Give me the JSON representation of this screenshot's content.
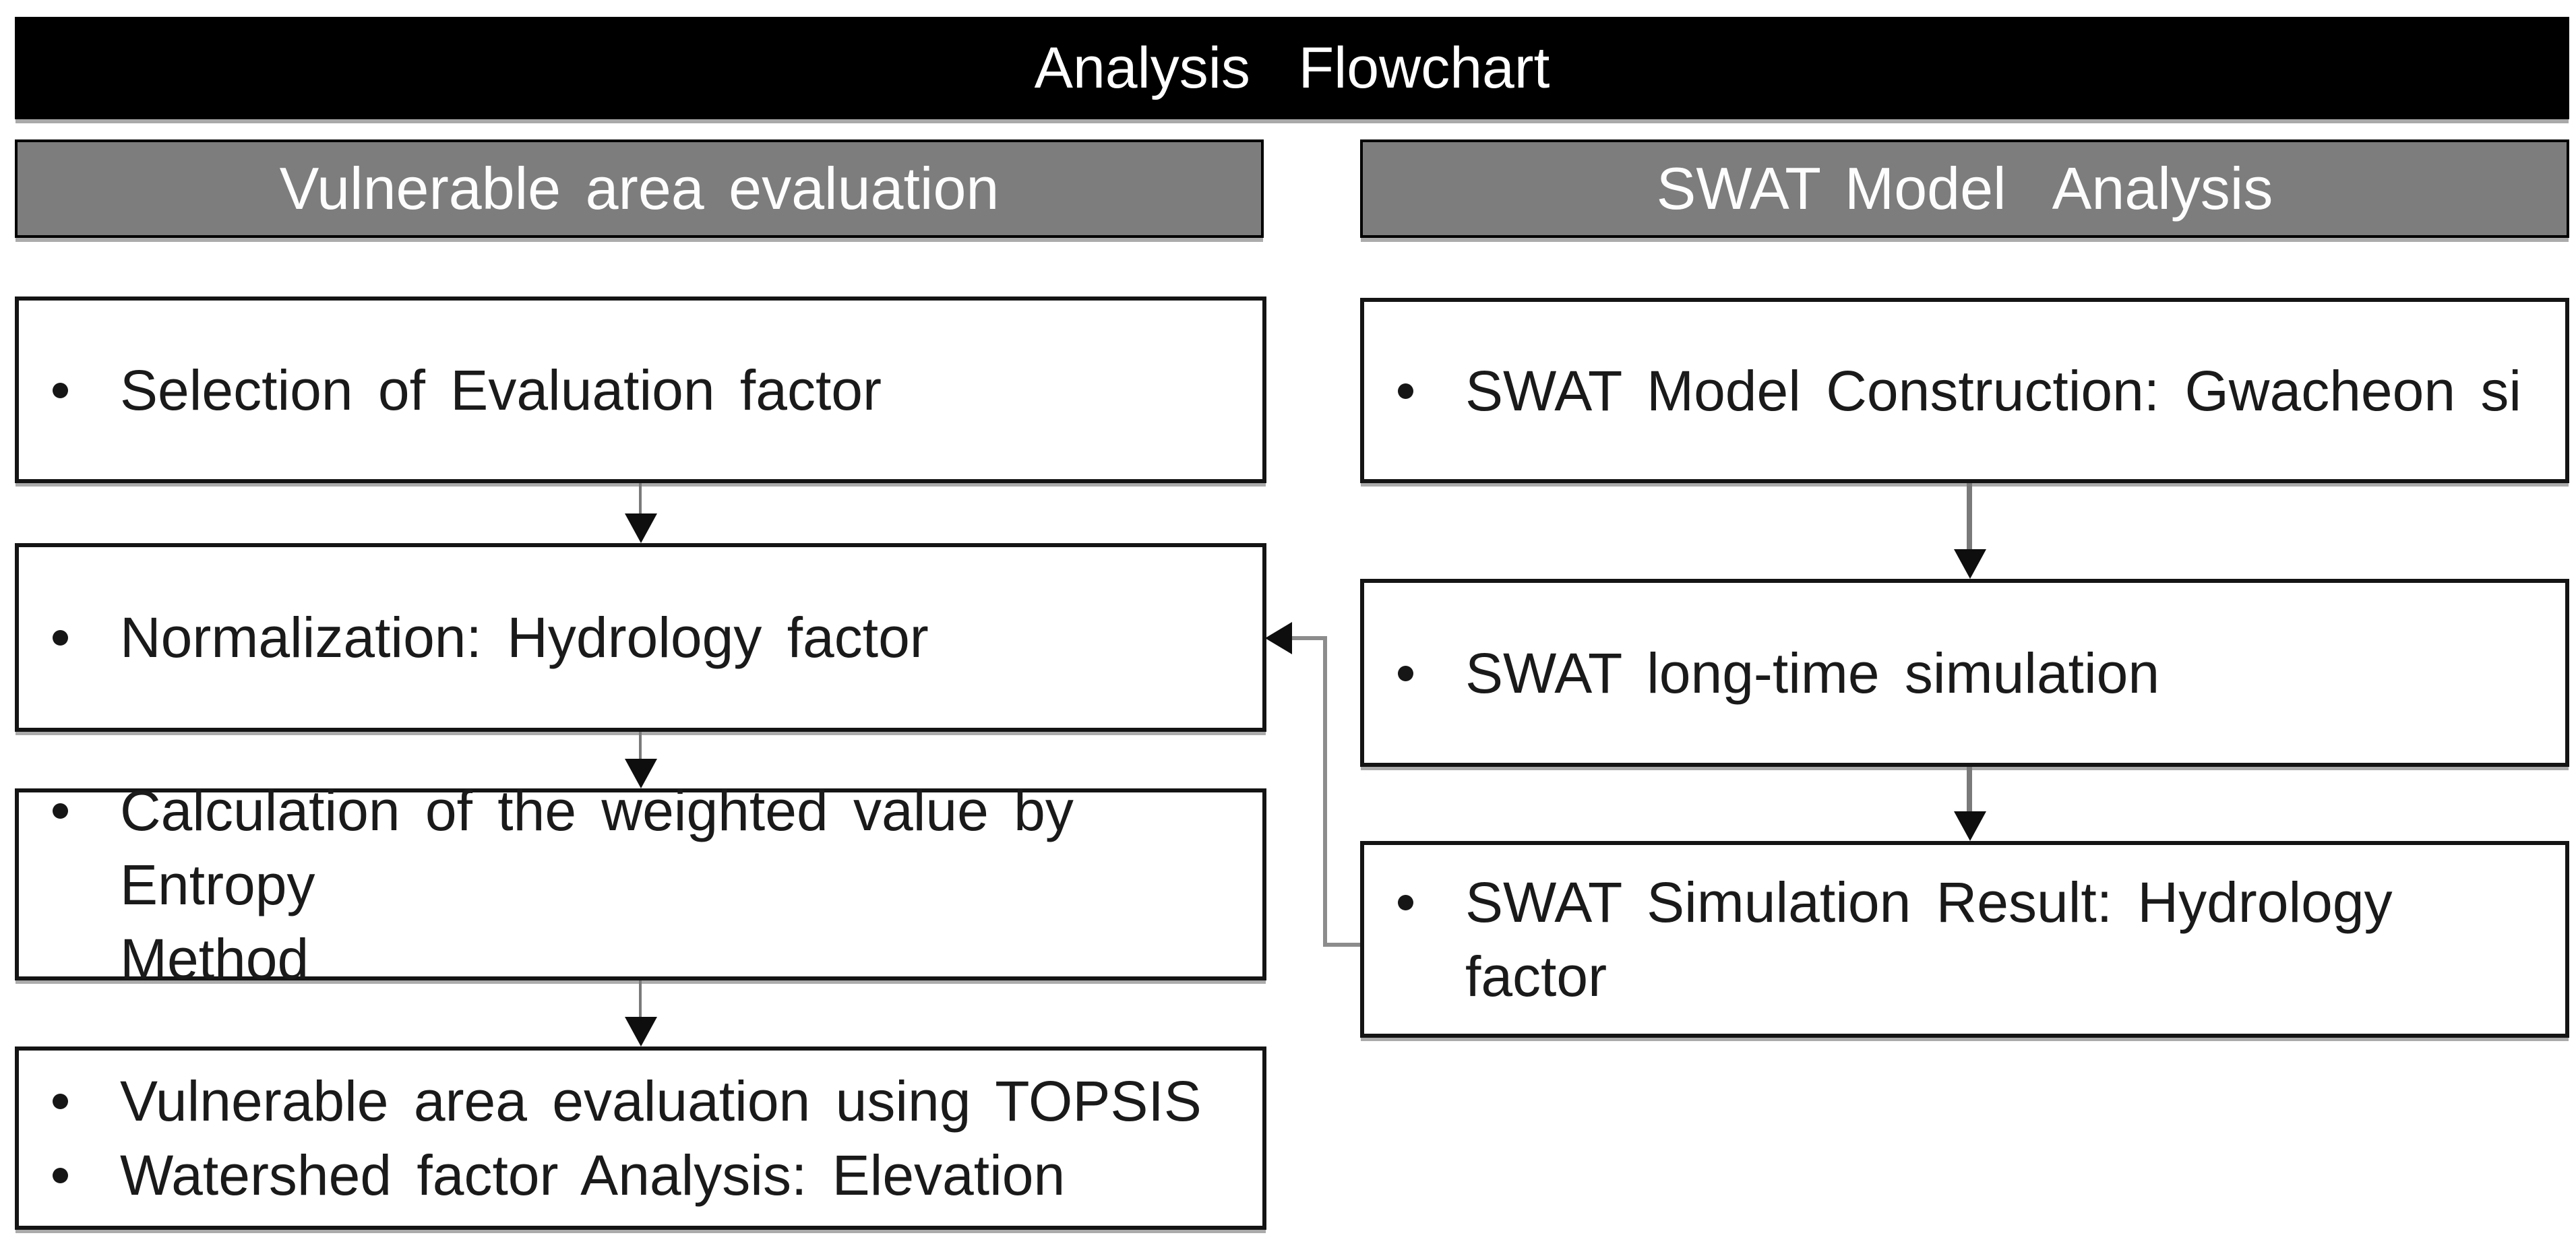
{
  "title": "Analysis  Flowchart",
  "columns": {
    "left": {
      "header": "Vulnerable area evaluation",
      "boxes": [
        {
          "name": "selection-of-evaluation-factor",
          "items": [
            "Selection of Evaluation factor"
          ]
        },
        {
          "name": "normalization-hydrology-factor",
          "items": [
            "Normalization: Hydrology factor"
          ]
        },
        {
          "name": "weighted-value-entropy-method",
          "items": [
            "Calculation of the weighted value by Entropy\nMethod"
          ]
        },
        {
          "name": "topsis-and-watershed-analysis",
          "items": [
            "Vulnerable area evaluation using TOPSIS",
            "Watershed factor Analysis: Elevation"
          ]
        }
      ]
    },
    "right": {
      "header": "SWAT Model  Analysis",
      "boxes": [
        {
          "name": "swat-model-construction",
          "items": [
            "SWAT Model Construction: Gwacheon si"
          ]
        },
        {
          "name": "swat-long-time-simulation",
          "items": [
            "SWAT long-time simulation"
          ]
        },
        {
          "name": "swat-simulation-result",
          "items": [
            "SWAT Simulation Result: Hydrology factor"
          ]
        }
      ]
    }
  },
  "connections": [
    "selection-of-evaluation-factor -> normalization-hydrology-factor",
    "normalization-hydrology-factor -> weighted-value-entropy-method",
    "weighted-value-entropy-method -> topsis-and-watershed-analysis",
    "swat-model-construction -> swat-long-time-simulation",
    "swat-long-time-simulation -> swat-simulation-result",
    "swat-simulation-result -> normalization-hydrology-factor"
  ],
  "colors": {
    "title_bar_bg": "#000000",
    "title_text": "#ffffff",
    "header_bg": "#7d7d7d",
    "header_text": "#ffffff",
    "box_bg": "#ffffff",
    "box_border": "#141414",
    "body_text": "#1a1a1a",
    "connector_line": "#8c8c8c",
    "arrowhead": "#0e0e0e"
  }
}
